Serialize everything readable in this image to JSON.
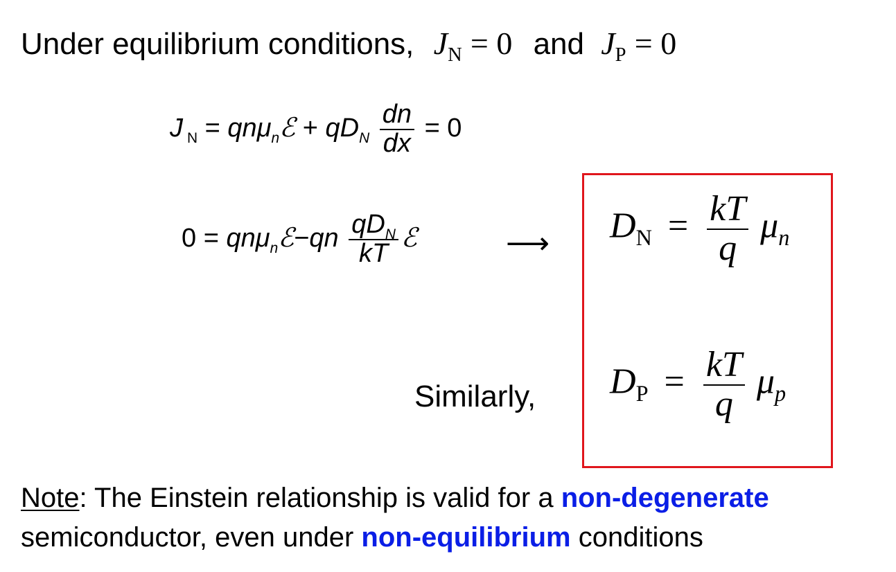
{
  "heading": {
    "text": "Under equilibrium conditions,",
    "and": "and",
    "jn_eq": {
      "sym": "J",
      "sub": "N",
      "rest": "= 0"
    },
    "jp_eq": {
      "sym": "J",
      "sub": "P",
      "rest": "= 0"
    }
  },
  "eq1": {
    "lhs": "J",
    "lhs_sub": "N",
    "eq": "=",
    "term1": "qnμ",
    "term1_sub": "n",
    "script_e": "ℰ",
    "plus": "+",
    "term2": "qD",
    "term2_sub": "N",
    "frac_num": "dn",
    "frac_den": "dx",
    "rhs": "= 0"
  },
  "eq2": {
    "lhs": "0",
    "eq": "=",
    "term1": "qnμ",
    "term1_sub": "n",
    "script_e1": "ℰ",
    "minus": "−",
    "term2": "qn",
    "frac_num": "qD",
    "frac_num_sub": "N",
    "frac_den": "kT",
    "script_e2": "ℰ",
    "arrow": "⟶"
  },
  "box": {
    "dn": {
      "sym": "D",
      "sub": "N",
      "eq": "=",
      "num": "kT",
      "den": "q",
      "mu": "μ",
      "mu_sub": "n"
    },
    "dp": {
      "sym": "D",
      "sub": "P",
      "eq": "=",
      "num": "kT",
      "den": "q",
      "mu": "μ",
      "mu_sub": "p"
    }
  },
  "similarly": "Similarly,",
  "note": {
    "label": "Note",
    "colon": ":",
    "text1": " The Einstein relationship is valid for a ",
    "highlight1": "non-degenerate",
    "text2": "semiconductor, even under ",
    "highlight2": "non-equilibrium",
    "text3": " conditions"
  },
  "colors": {
    "highlight": "#0a1ee6",
    "box_border": "#e0161c"
  }
}
